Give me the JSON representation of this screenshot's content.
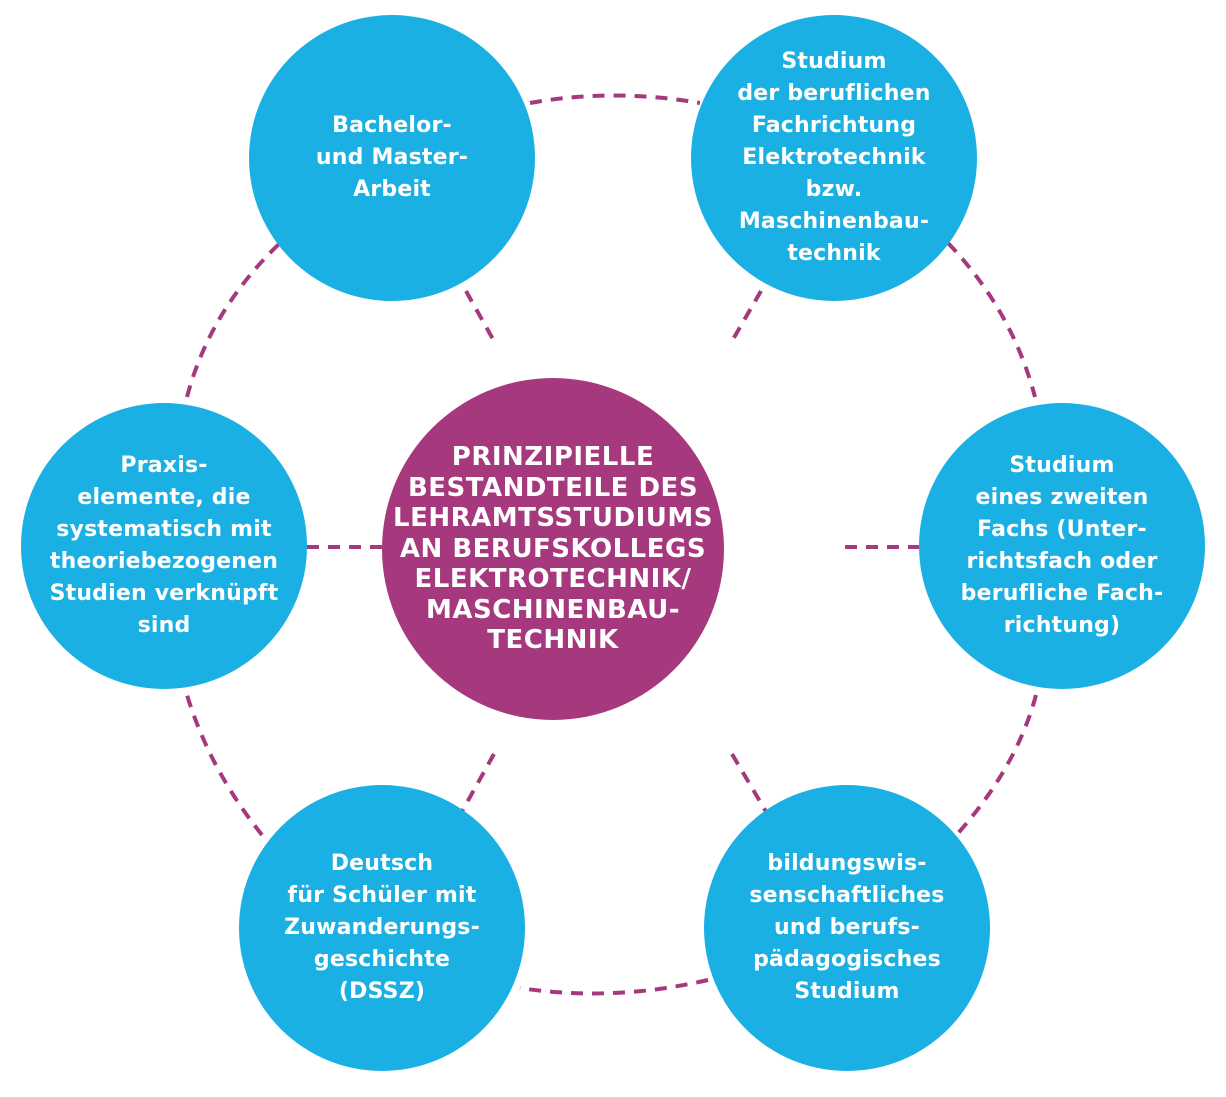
{
  "colors": {
    "outer_node": "#1bb0e3",
    "center_node": "#a6397e",
    "connector": "#a6397e",
    "node_text": "#ffffff"
  },
  "diagram": {
    "center": {
      "text": "PRINZIPIELLE\nBESTANDTEILE DES\nLEHRAMTSSTUDIUMS\nAN BERUFSKOLLEGS\nELEKTROTECHNIK/\nMASCHINENBAU-\nTECHNIK"
    },
    "nodes": {
      "top_left": "Bachelor-\nund Master-\nArbeit",
      "top_right": "Studium\nder beruflichen\nFachrichtung\nElektrotechnik bzw.\nMaschinenbau-\ntechnik",
      "left": "Praxis-\nelemente, die\nsystematisch mit\ntheoriebezogenen\nStudien verknüpft\nsind",
      "right": "Studium\neines zweiten\nFachs (Unter-\nrichtsfach oder\nberufliche Fach-\nrichtung)",
      "bottom_left": "Deutsch\nfür Schüler mit\nZuwanderungs-\ngeschichte\n(DSSZ)",
      "bottom_right": "bildungswis-\nsenschaftliches\nund berufs-\npädagogisches\nStudium"
    }
  }
}
